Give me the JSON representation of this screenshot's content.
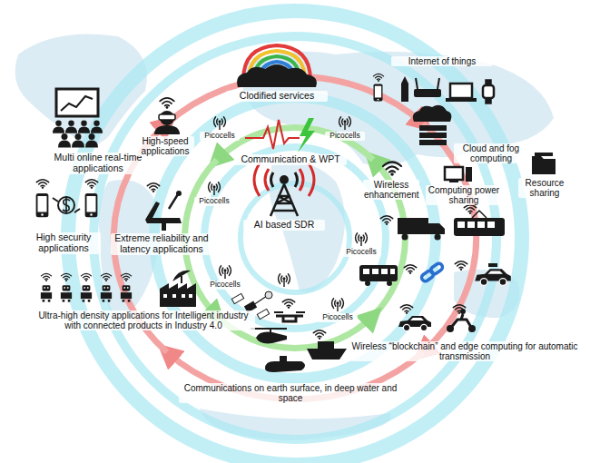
{
  "diagram": {
    "labels": [
      "Internet of things",
      "Clodified services",
      "Multi online real-time applications",
      "High-speed applications",
      "Communication & WPT",
      "Picocells",
      "Picocells",
      "Wireless enhancement",
      "Cloud and fog computing",
      "Resource sharing",
      "Computing power sharing",
      "Picocells",
      "High security applications",
      "Extreme reliability and latency applications",
      "AI based SDR",
      "Picocells",
      "Picocells",
      "Picocells",
      "Ultra-high density applications for Intelligent industry with connected products in Industry 4.0",
      "Wireless “blockchain” and edge computing for automatic transmission",
      "Communications on earth surface, in deep water and space"
    ]
  }
}
